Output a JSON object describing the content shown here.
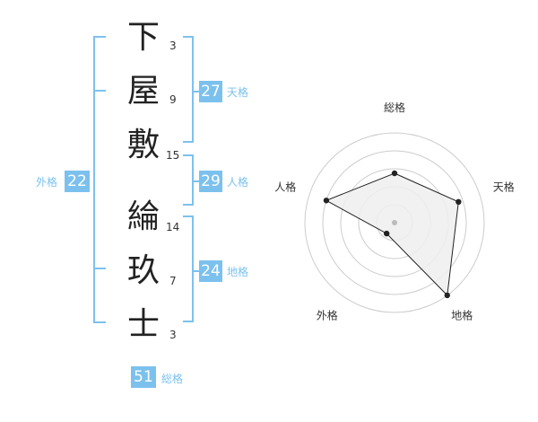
{
  "name": {
    "surname": [
      {
        "char": "下",
        "strokes": "3"
      },
      {
        "char": "屋",
        "strokes": "9"
      },
      {
        "char": "敷",
        "strokes": "15"
      }
    ],
    "given": [
      {
        "char": "綸",
        "strokes": "14"
      },
      {
        "char": "玖",
        "strokes": "7"
      },
      {
        "char": "士",
        "strokes": "3"
      }
    ]
  },
  "fortune": {
    "tenkaku": {
      "label": "天格",
      "value": "27"
    },
    "jinkaku": {
      "label": "人格",
      "value": "29"
    },
    "chikaku": {
      "label": "地格",
      "value": "24"
    },
    "gaikaku": {
      "label": "外格",
      "value": "22"
    },
    "soukaku": {
      "label": "総格",
      "value": "51"
    }
  },
  "chart_data": {
    "type": "radar",
    "axes": [
      "総格",
      "天格",
      "地格",
      "外格",
      "人格"
    ],
    "values": [
      0.55,
      0.75,
      1.0,
      0.15,
      0.8
    ],
    "rings": 5,
    "colors": {
      "fill": "#eeeeee",
      "stroke": "#222222",
      "ring": "#cccccc",
      "center": "#bbbbbb"
    }
  }
}
